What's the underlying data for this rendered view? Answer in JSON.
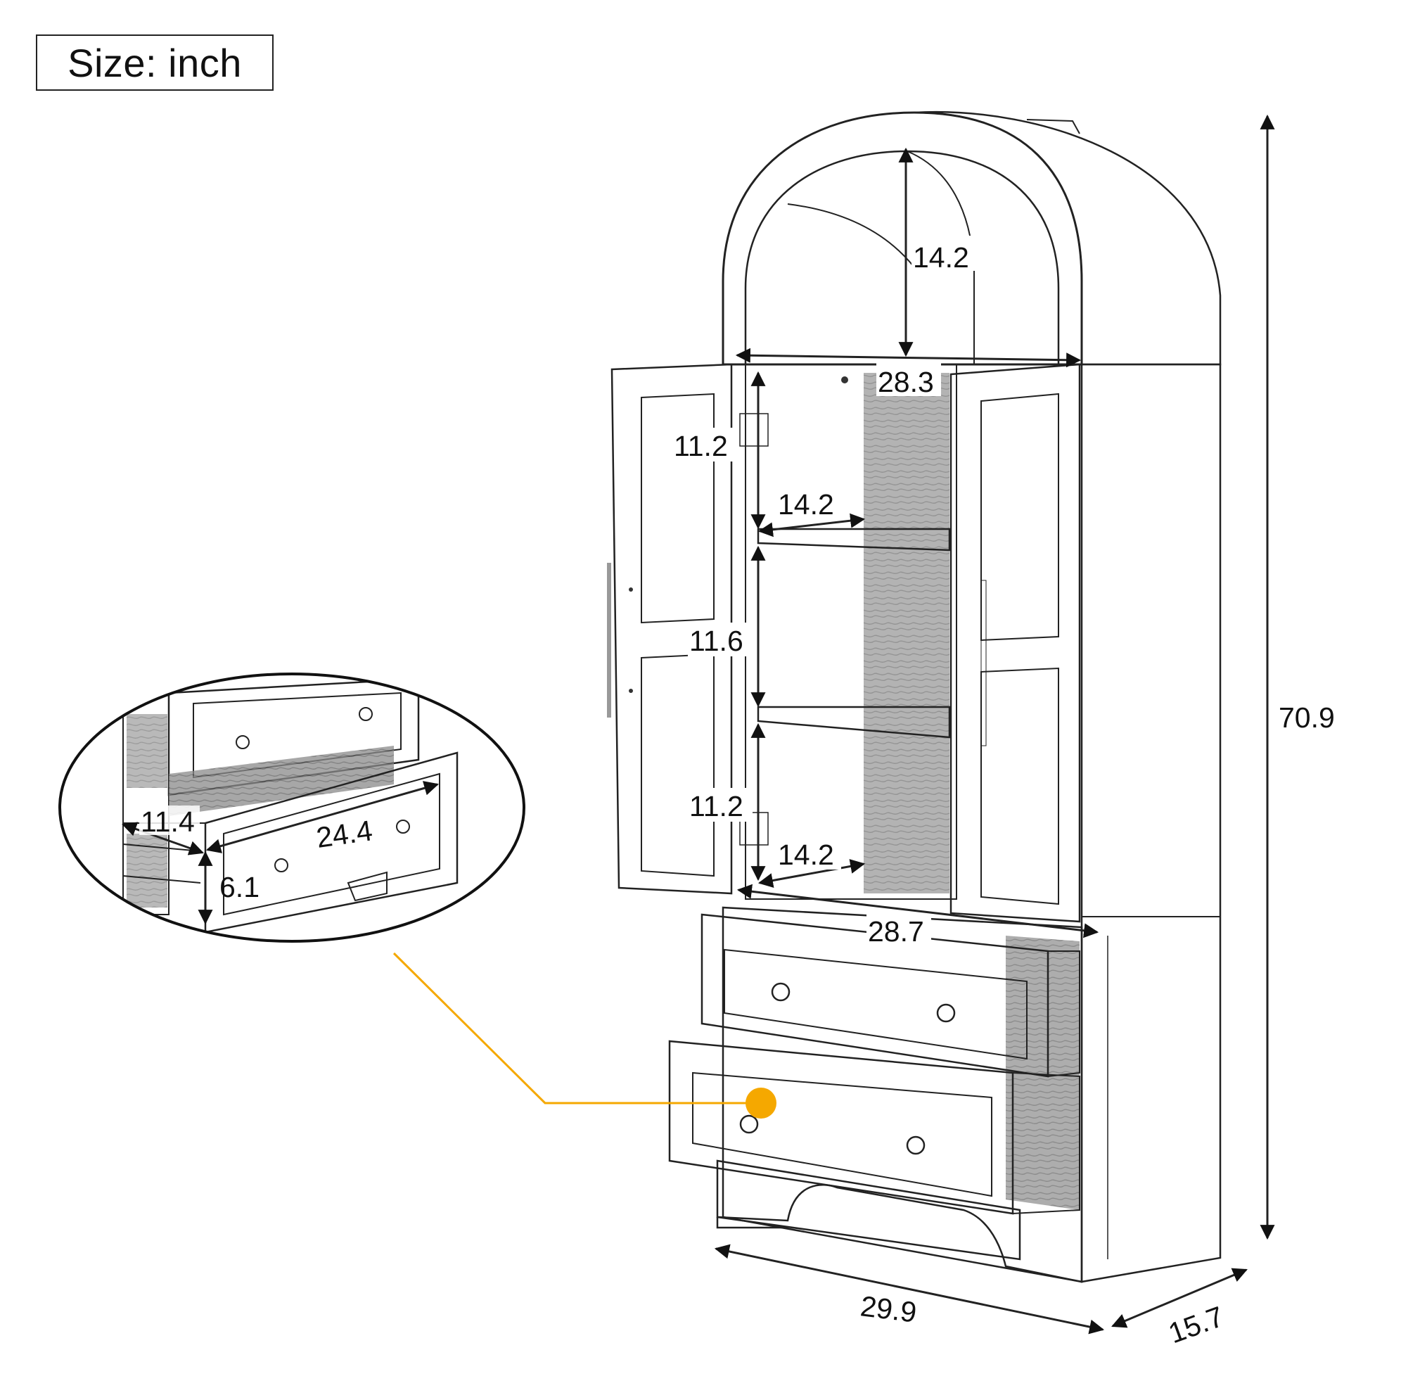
{
  "unit_label": "Size: inch",
  "dimensions": {
    "overall_height": "70.9",
    "overall_width": "29.9",
    "overall_depth": "15.7",
    "arch_height": "14.2",
    "arch_width": "28.3",
    "upper_shelf_height": "11.2",
    "upper_shelf_depth": "14.2",
    "middle_shelf_height": "11.6",
    "lower_shelf_height": "11.2",
    "lower_shelf_depth": "14.2",
    "cabinet_inner_width": "28.7",
    "drawer_depth": "11.4",
    "drawer_width": "24.4",
    "drawer_height": "6.1"
  },
  "colors": {
    "line": "#222222",
    "callout": "#F5A800",
    "glass": "#e9e9e9",
    "wood": "#7a7a7a"
  }
}
